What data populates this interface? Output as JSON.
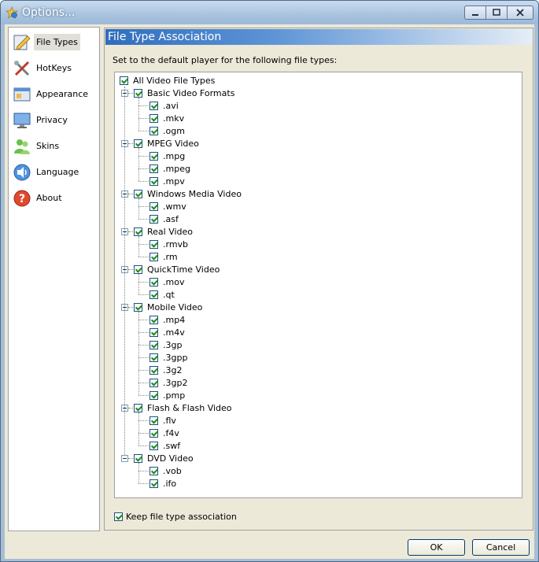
{
  "window": {
    "title": "Options..."
  },
  "sidebar": {
    "items": [
      {
        "label": "File Types",
        "icon": "file-types-icon",
        "active": true
      },
      {
        "label": "HotKeys",
        "icon": "hotkeys-icon"
      },
      {
        "label": "Appearance",
        "icon": "appearance-icon"
      },
      {
        "label": "Privacy",
        "icon": "privacy-icon"
      },
      {
        "label": "Skins",
        "icon": "skins-icon"
      },
      {
        "label": "Language",
        "icon": "language-icon"
      },
      {
        "label": "About",
        "icon": "about-icon"
      }
    ]
  },
  "main": {
    "header": "File Type Association",
    "instructions": "Set to the default player for the following file types:",
    "root_label": "All Video File Types",
    "groups": [
      {
        "label": "Basic Video Formats",
        "items": [
          ".avi",
          ".mkv",
          ".ogm"
        ]
      },
      {
        "label": "MPEG Video",
        "items": [
          ".mpg",
          ".mpeg",
          ".mpv"
        ]
      },
      {
        "label": "Windows Media Video",
        "items": [
          ".wmv",
          ".asf"
        ]
      },
      {
        "label": "Real Video",
        "items": [
          ".rmvb",
          ".rm"
        ]
      },
      {
        "label": "QuickTime Video",
        "items": [
          ".mov",
          ".qt"
        ]
      },
      {
        "label": "Mobile Video",
        "items": [
          ".mp4",
          ".m4v",
          ".3gp",
          ".3gpp",
          ".3g2",
          ".3gp2",
          ".pmp"
        ]
      },
      {
        "label": "Flash & Flash Video",
        "items": [
          ".flv",
          ".f4v",
          ".swf"
        ]
      },
      {
        "label": "DVD Video",
        "items": [
          ".vob",
          ".ifo"
        ]
      }
    ],
    "keep_label": "Keep file type association"
  },
  "buttons": {
    "ok": "OK",
    "cancel": "Cancel"
  },
  "colors": {
    "accent": "#2f6dbd",
    "check": "#1c8a1c"
  }
}
